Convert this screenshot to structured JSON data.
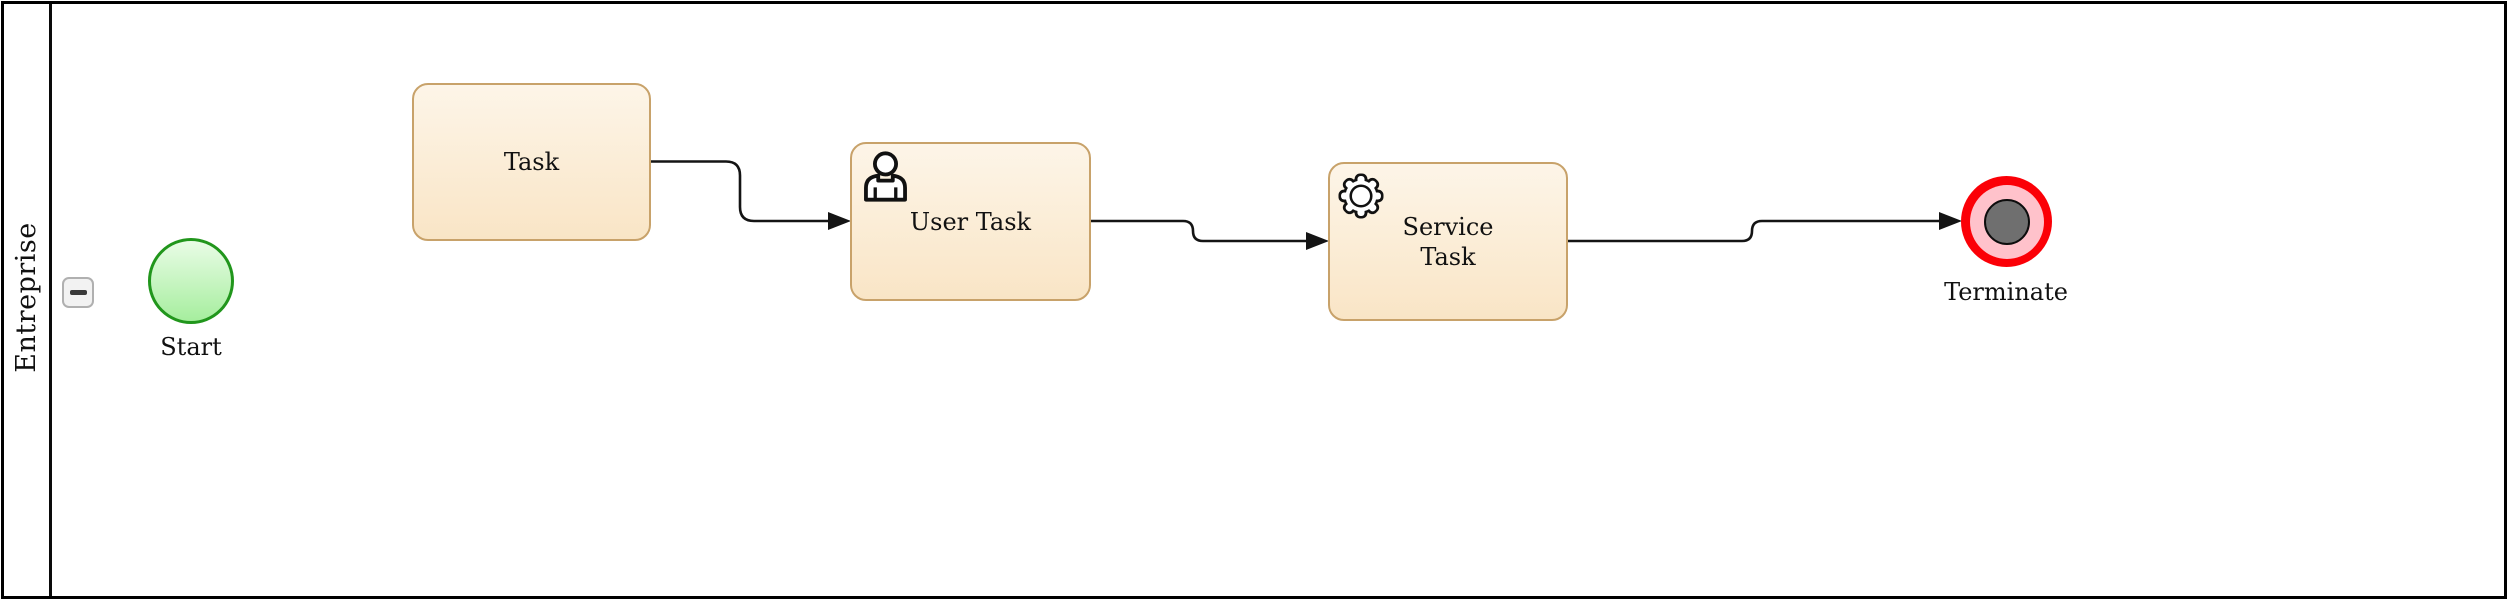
{
  "pool": {
    "lane_label": "Entreprise",
    "collapse_icon": "minus-icon"
  },
  "nodes": {
    "start": {
      "type": "start-event",
      "label": "Start"
    },
    "task": {
      "type": "task",
      "label": "Task"
    },
    "user_task": {
      "type": "user-task",
      "label": "User Task",
      "icon": "user-icon"
    },
    "service_task": {
      "type": "service-task",
      "label": "Service Task",
      "icon": "gear-icon"
    },
    "terminate": {
      "type": "terminate-end-event",
      "label": "Terminate"
    }
  },
  "flows": [
    {
      "from": "task",
      "to": "user_task"
    },
    {
      "from": "user_task",
      "to": "service_task"
    },
    {
      "from": "service_task",
      "to": "terminate"
    }
  ],
  "colors": {
    "task_border": "#c8a26a",
    "task_fill_top": "#fdf5e8",
    "task_fill_bottom": "#f9e5c6",
    "start_border": "#21961c",
    "start_fill_top": "#e9fce6",
    "start_fill_bottom": "#a6ee9e",
    "terminate_ring": "#fb0007",
    "terminate_inner": "#ffc2cb",
    "terminate_core": "#6f6f6f",
    "flow_stroke": "#141414"
  }
}
